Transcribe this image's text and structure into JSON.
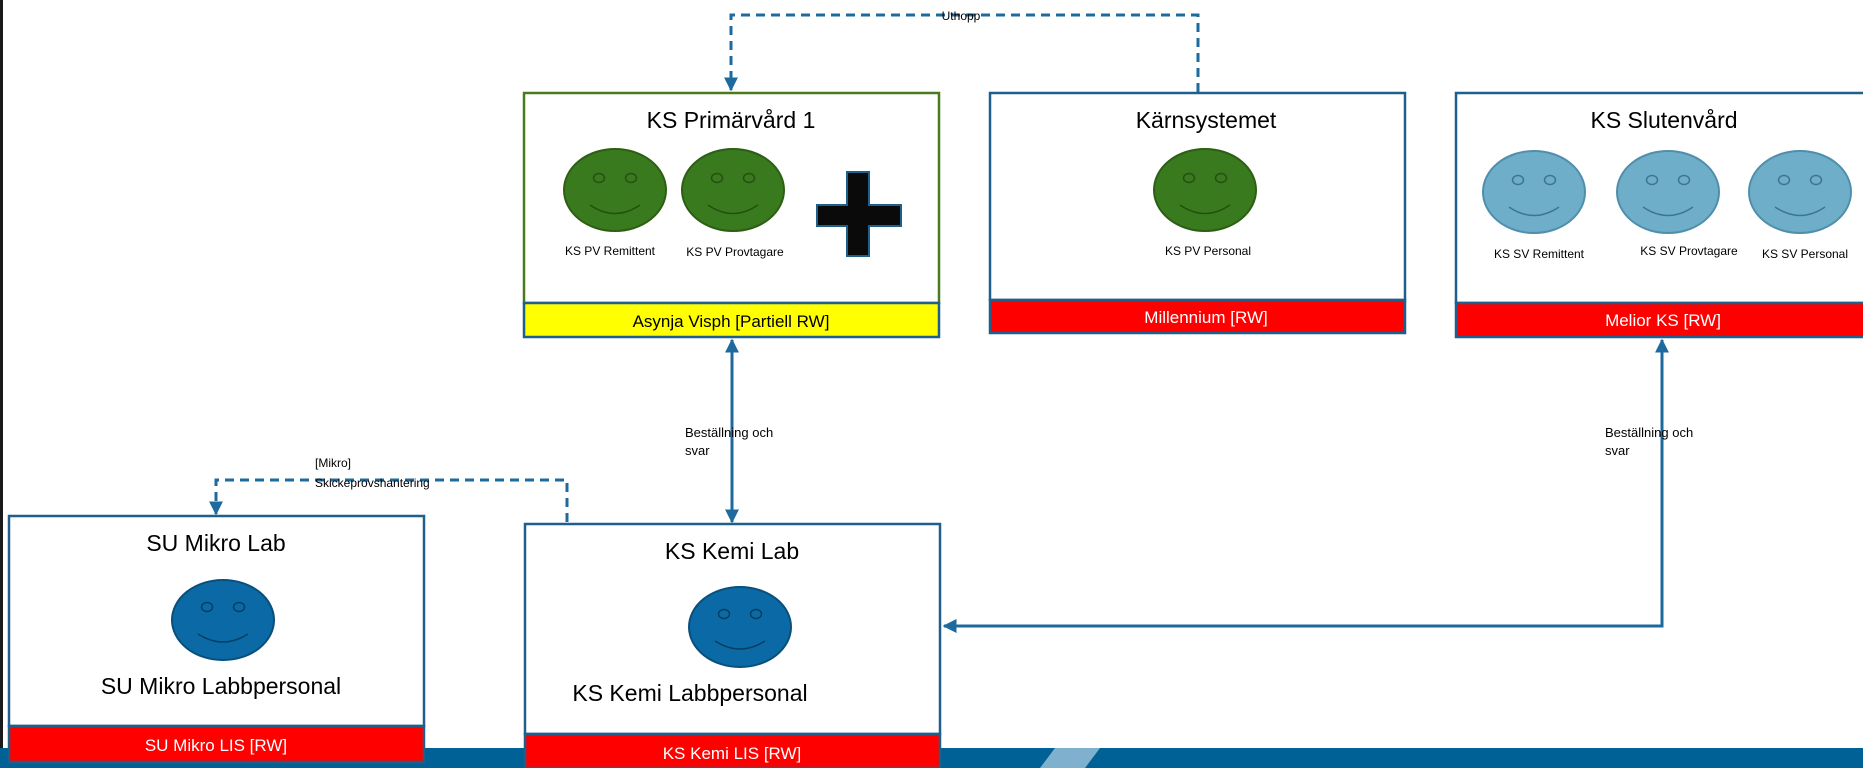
{
  "connectors": {
    "uthopp": "Uthopp",
    "mikro_line1": "[Mikro]",
    "mikro_line2": "Skickeprovshantering",
    "pv_lab_line1": "Beställning och",
    "pv_lab_line2": "svar",
    "sv_lab_line1": "Beställning och",
    "sv_lab_line2": "svar"
  },
  "nodes": {
    "ks_primarvard": {
      "title": "KS Primärvård 1",
      "system": "Asynja Visph [Partiell RW]",
      "persons": [
        "KS PV Remittent",
        "KS PV Provtagare"
      ],
      "plus_icon": "plus-icon"
    },
    "karnsystemet": {
      "title": "Kärnsystemet",
      "system": "Millennium [RW]",
      "persons": [
        "KS PV Personal"
      ]
    },
    "ks_slutenvard": {
      "title": "KS Slutenvård",
      "system": "Melior KS [RW]",
      "persons": [
        "KS SV Remittent",
        "KS SV Provtagare",
        "KS SV Personal"
      ]
    },
    "su_mikro_lab": {
      "title": "SU Mikro Lab",
      "system": "SU Mikro LIS [RW]",
      "persons": [
        "SU Mikro Labbpersonal"
      ]
    },
    "ks_kemi_lab": {
      "title": "KS Kemi Lab",
      "system": "KS Kemi LIS [RW]",
      "persons": [
        "KS Kemi Labbpersonal"
      ]
    }
  },
  "colors": {
    "frame_blue": "#1f5f8b",
    "frame_green": "#4a7a1e",
    "arrow_blue": "#1c6a9e",
    "smiley_green": "#3a7a1e",
    "smiley_light_blue": "#6faec8",
    "smiley_dark_blue": "#0b6aa6",
    "system_red": "#ff0000",
    "system_yellow": "#ffff00",
    "footer_blue": "#006196"
  }
}
